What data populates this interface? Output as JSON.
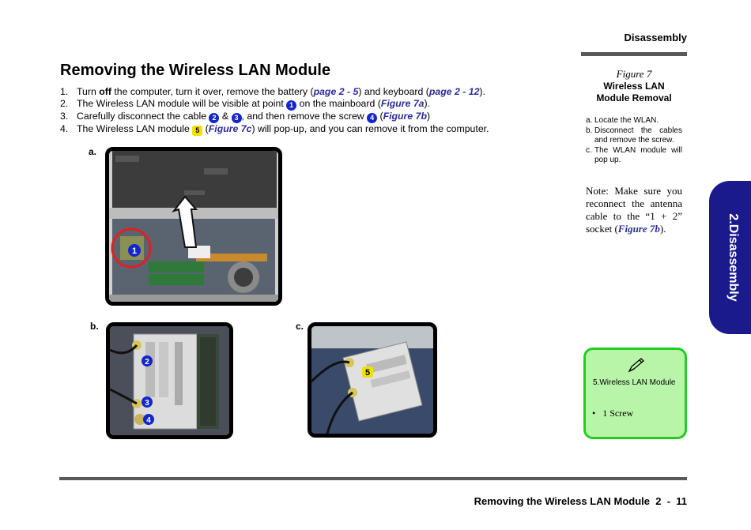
{
  "header": {
    "section": "Disassembly"
  },
  "title": "Removing the Wireless LAN Module",
  "steps": [
    {
      "num": "1.",
      "p1": "Turn ",
      "bold": "off",
      "p2": " the computer, turn it over, remove the battery (",
      "link1": "page 2 - 5",
      "p3": ") and keyboard (",
      "link2": "page 2 - 12",
      "p4": ")."
    },
    {
      "num": "2.",
      "p1": "The Wireless LAN module will be visible at point ",
      "badge": "1",
      "p2": " on the mainboard (",
      "link": "Figure 7a",
      "p3": ")."
    },
    {
      "num": "3.",
      "p1": "Carefully disconnect the cable ",
      "badge1": "2",
      "p2": " & ",
      "badge2": "3",
      "p3": ", and then remove the screw ",
      "badge3": "4",
      "p4": " (",
      "link": "Figure 7b",
      "p5": ")"
    },
    {
      "num": "4.",
      "p1": "The Wireless LAN module ",
      "badge": "5",
      "p2": " (",
      "link": "Figure 7c",
      "p3": ") will pop-up, and you can remove it from the computer."
    }
  ],
  "figures": {
    "a": {
      "label": "a.",
      "callouts": [
        "1"
      ]
    },
    "b": {
      "label": "b.",
      "callouts": [
        "2",
        "3",
        "4"
      ]
    },
    "c": {
      "label": "c.",
      "callouts": [
        "5"
      ]
    }
  },
  "caption": {
    "figure_number": "Figure 7",
    "title_line1": "Wireless LAN",
    "title_line2": "Module Removal",
    "subitems": [
      {
        "letter": "a.",
        "text": "Locate the WLAN."
      },
      {
        "letter": "b.",
        "text": "Disconnect the cables and remove the screw."
      },
      {
        "letter": "c.",
        "text": "The WLAN module will pop up."
      }
    ]
  },
  "note": {
    "p1": "Note: Make sure you reconnect the antenna cable to the “1 + 2” socket (",
    "link": "Figure 7b",
    "p2": ")."
  },
  "side_tab": "2.Disassembly",
  "parts_box": {
    "title": "5.Wireless LAN Module",
    "items": [
      "1 Screw"
    ]
  },
  "footer": {
    "text": "Removing the Wireless LAN Module  2  -  11"
  },
  "colors": {
    "badge_blue": "#1426c8",
    "badge_yellow": "#f2e000",
    "link": "#2b2b9a",
    "tab": "#1a1a8c",
    "green_box": "#b9f5a8",
    "green_border": "#22cc22",
    "rule": "#595959"
  }
}
